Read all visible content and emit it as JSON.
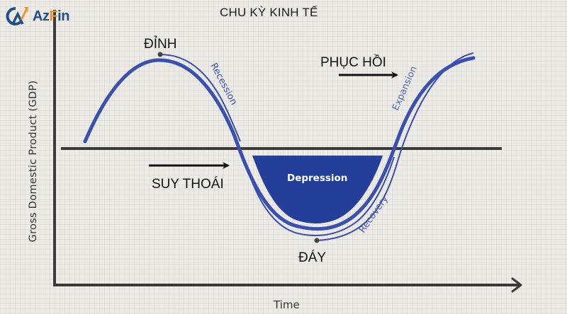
{
  "brand": {
    "logo_text_main": "Az",
    "logo_text_accent": "F",
    "logo_text_tail": "in",
    "primary_color": "#1f4e8c",
    "accent_color": "#f0932b"
  },
  "title": "CHU KỲ KINH TẾ",
  "axes": {
    "y_label": "Gross Domestic Product (GDP)",
    "x_label": "Time"
  },
  "labels": {
    "peak": "ĐỈNH",
    "trough": "ĐÁY",
    "recovery_vn": "PHỤC HỒI",
    "recession_vn": "SUY THOÁI",
    "recession_en": "Recession",
    "expansion_en": "Expansion",
    "recovery_en": "Recovery",
    "depression_en": "Depression"
  },
  "colors": {
    "curve": "#3a4fb0",
    "depression_fill": "#243f99",
    "axis": "#3a3a3a",
    "background": "#ecebe6"
  }
}
